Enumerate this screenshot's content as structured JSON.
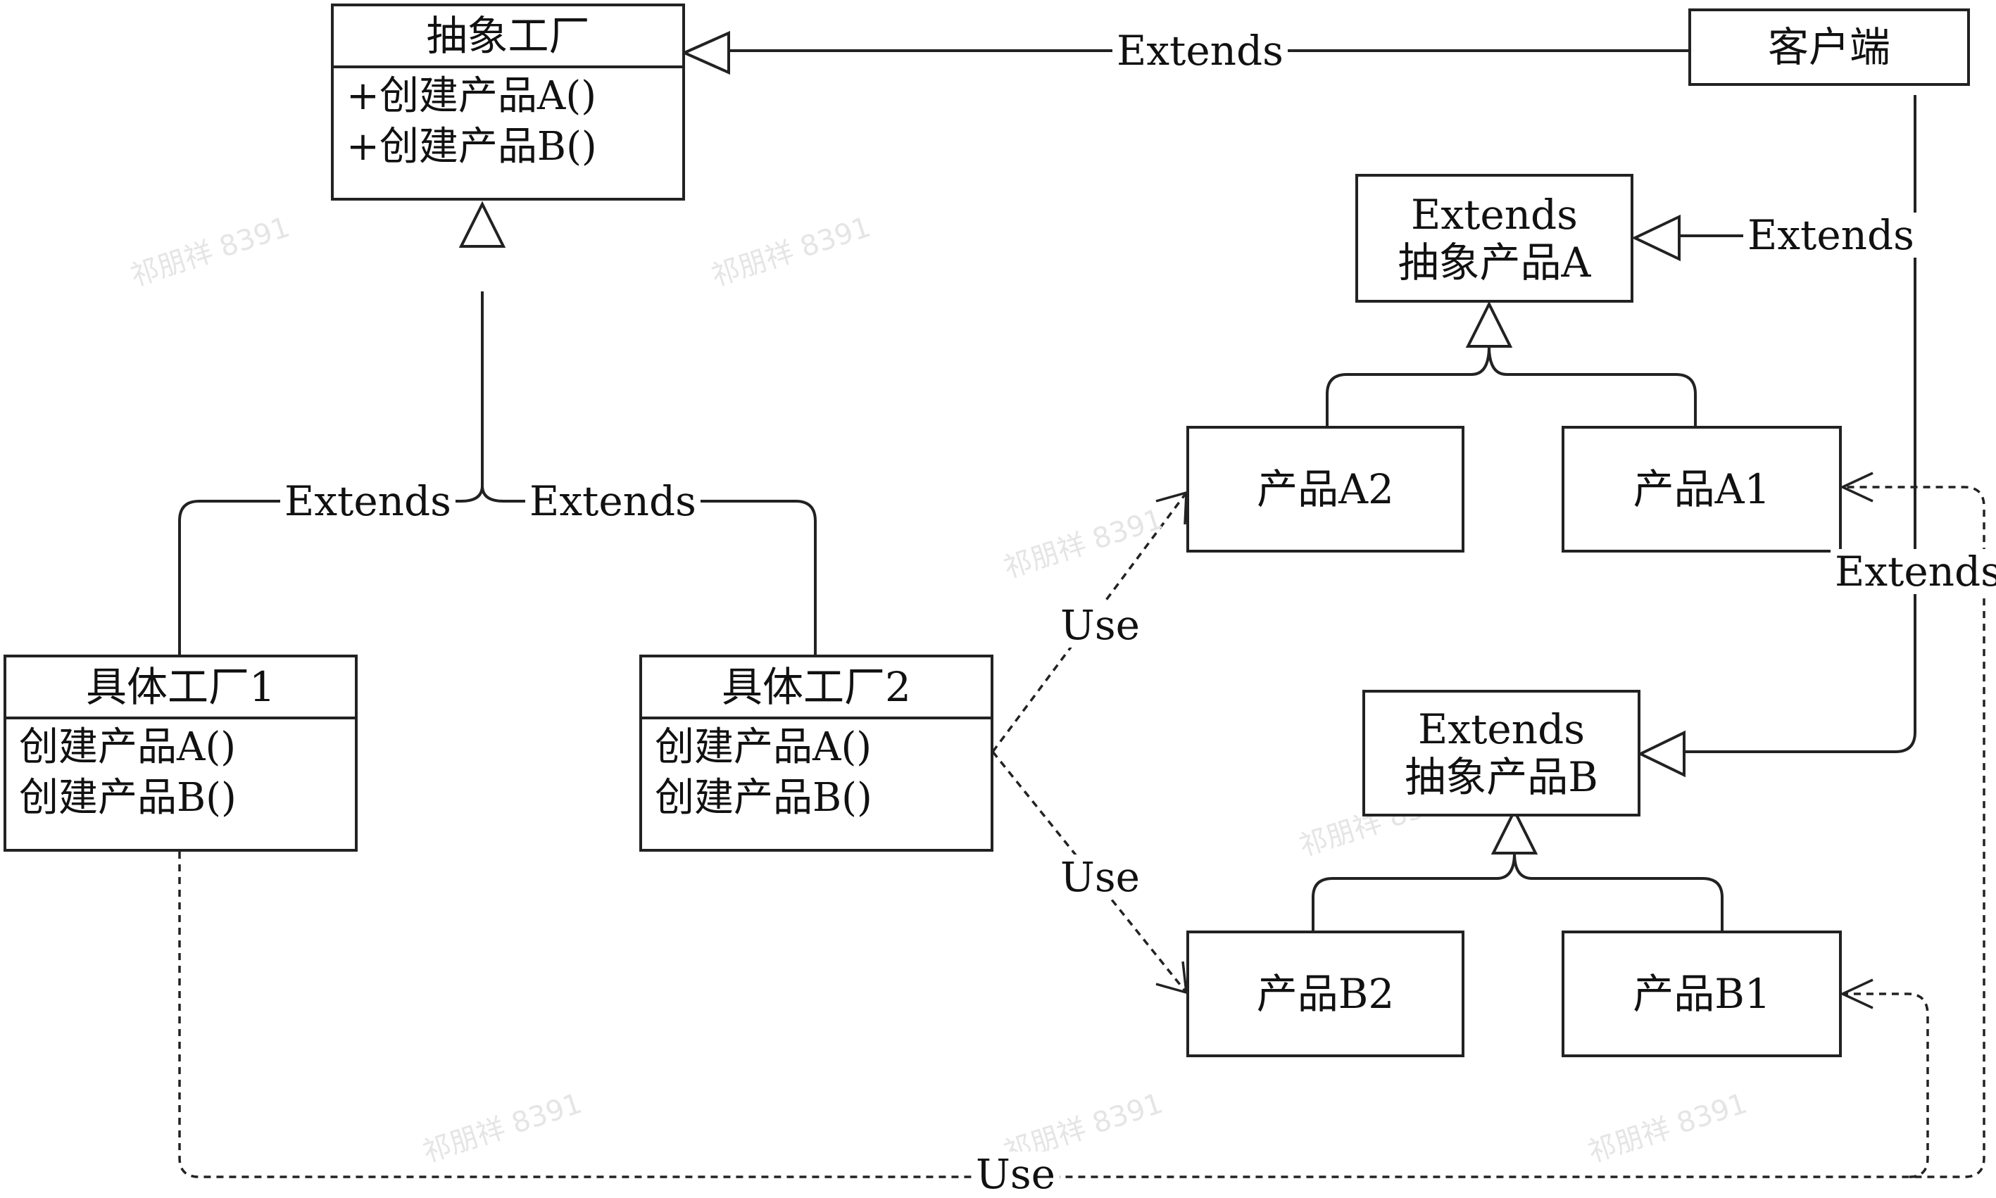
{
  "abstract_factory": {
    "title": "抽象工厂",
    "methods": [
      "+创建产品A()",
      "+创建产品B()"
    ]
  },
  "client": {
    "title": "客户端"
  },
  "concrete_factory_1": {
    "title": "具体工厂1",
    "methods": [
      "创建产品A()",
      "创建产品B()"
    ]
  },
  "concrete_factory_2": {
    "title": "具体工厂2",
    "methods": [
      "创建产品A()",
      "创建产品B()"
    ]
  },
  "abstract_product_a": {
    "line1": "Extends",
    "line2": "抽象产品A"
  },
  "abstract_product_b": {
    "line1": "Extends",
    "line2": "抽象产品B"
  },
  "products": {
    "a2": "产品A2",
    "a1": "产品A1",
    "b2": "产品B2",
    "b1": "产品B1"
  },
  "edge_labels": {
    "client_to_factory": "Extends",
    "cf1_extends": "Extends",
    "cf2_extends": "Extends",
    "client_to_product_a": "Extends",
    "client_to_product_b": "Extends",
    "cf2_use_a2": "Use",
    "cf2_use_b2": "Use",
    "cf1_use_bottom": "Use"
  },
  "watermark": "祁朋祥 8391"
}
